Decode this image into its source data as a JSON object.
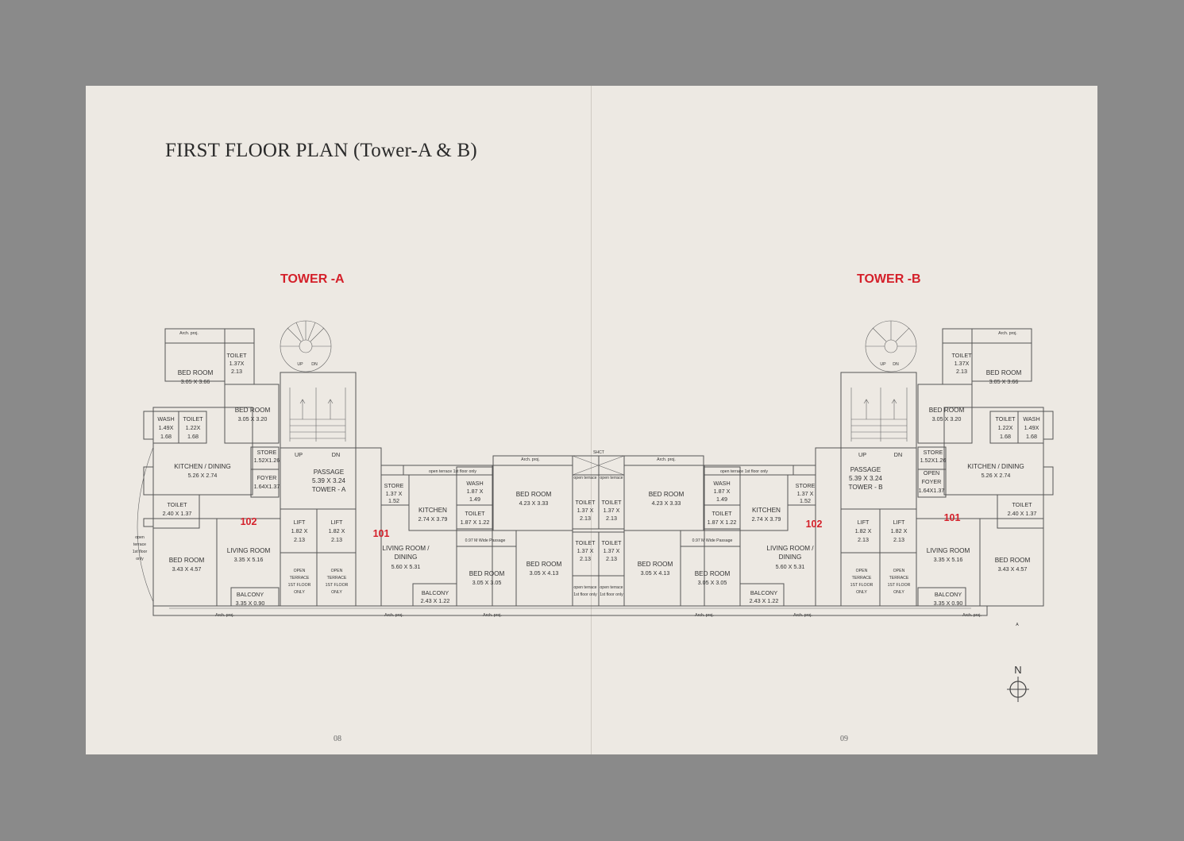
{
  "document": {
    "title": "FIRST FLOOR PLAN (Tower-A & B)",
    "page_left": "08",
    "page_right": "09",
    "compass": "N"
  },
  "towers": {
    "a": "TOWER -A",
    "b": "TOWER -B"
  },
  "units": {
    "u101": "101",
    "u102": "102"
  },
  "rooms": {
    "bed_room": "BED ROOM",
    "d_305x366": "3.05 X 3.66",
    "d_305x320": "3.05 X 3.20",
    "d_343x457": "3.43 X 4.57",
    "d_423x333": "4.23 X 3.33",
    "d_305x305": "3.05 X 3.05",
    "d_305x413": "3.05 X 4.13",
    "toilet": "TOILET",
    "toilet_137a": "1.37X",
    "toilet_137b": "1.37 X",
    "d_213": "2.13",
    "d_122x": "1.22X",
    "d_168": "1.68",
    "d_149x": "1.49X",
    "d_240x137": "2.40 X 1.37",
    "d_187x122": "1.87 X 1.22",
    "wash": "WASH",
    "d_187x": "1.87 X",
    "d_149": "1.49",
    "kitchen_dining": "KITCHEN / DINING",
    "d_526x274": "5.26 X 2.74",
    "kitchen": "KITCHEN",
    "d_274x379": "2.74 X 3.79",
    "store": "STORE",
    "d_152x126": "1.52X1.26",
    "d_152": "1.52",
    "foyer": "FOYER",
    "open_foyer": "OPEN",
    "d_164x137": "1.64X1.37",
    "passage": "PASSAGE",
    "d_539x324": "5.39 X 3.24",
    "tower_a": "TOWER - A",
    "tower_b": "TOWER - B",
    "lift": "LIFT",
    "d_182x": "1.82 X",
    "open_terrace_l1": "OPEN",
    "open_terrace_l2": "TERRACE",
    "open_terrace_l3": "1ST FLOOR",
    "open_terrace_l4": "ONLY",
    "living_room": "LIVING ROOM",
    "d_335x516": "3.35 X 5.16",
    "living_dining": "LIVING ROOM /",
    "dining": "DINING",
    "d_560x531": "5.60 X 5.31",
    "balcony": "BALCONY",
    "d_335x090": "3.35 X 0.90",
    "d_243x122": "2.43 X 1.22",
    "wide_passage": "0.97 M Wide Passage",
    "terrace_strip": "open terrace 1st floor only",
    "arch_proj": "Arch. proj.",
    "up": "UP",
    "dn": "DN",
    "shaft": "SHCT",
    "terrace_small_1": "open terrace",
    "terrace_small_2": "1st floor only",
    "terrace_side_1": "open",
    "terrace_side_2": "terrace",
    "terrace_side_3": "1st floor",
    "terrace_side_4": "only",
    "mark_a": "A"
  }
}
